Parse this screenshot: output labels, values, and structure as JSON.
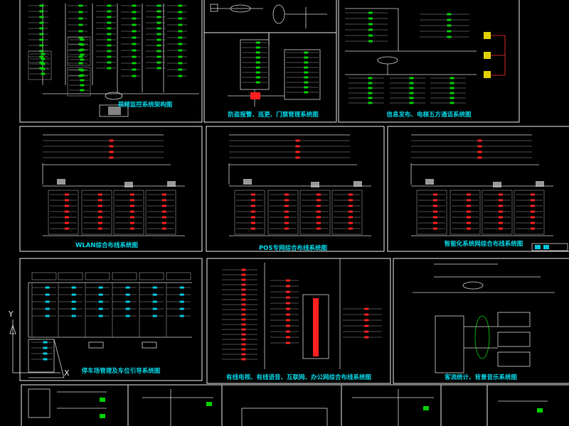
{
  "titles": {
    "p1": "视频监控系统架构图",
    "p2": "防盗报警、巡更、门禁管理系统图",
    "p3": "信息发布、电梯五方通话系统图",
    "p4": "WLAN综合布线系统图",
    "p5": "POS专网综合布线系统图",
    "p6": "智能化系统网综合布线系统图",
    "p7": "停车场管理及车位引导系统图",
    "p8": "有线电视、有线语音、互联网、办公网综合布线系统图",
    "p9": "客流统计、背景音乐系统图"
  },
  "ucs": {
    "y": "Y",
    "x": "X"
  },
  "colors": {
    "background": "#000000",
    "frame": "#e8e8e8",
    "title": "#00d8e8",
    "green": "#00d000",
    "red": "#ff2020",
    "cyan": "#00c8e0",
    "yellow": "#e0d000"
  }
}
